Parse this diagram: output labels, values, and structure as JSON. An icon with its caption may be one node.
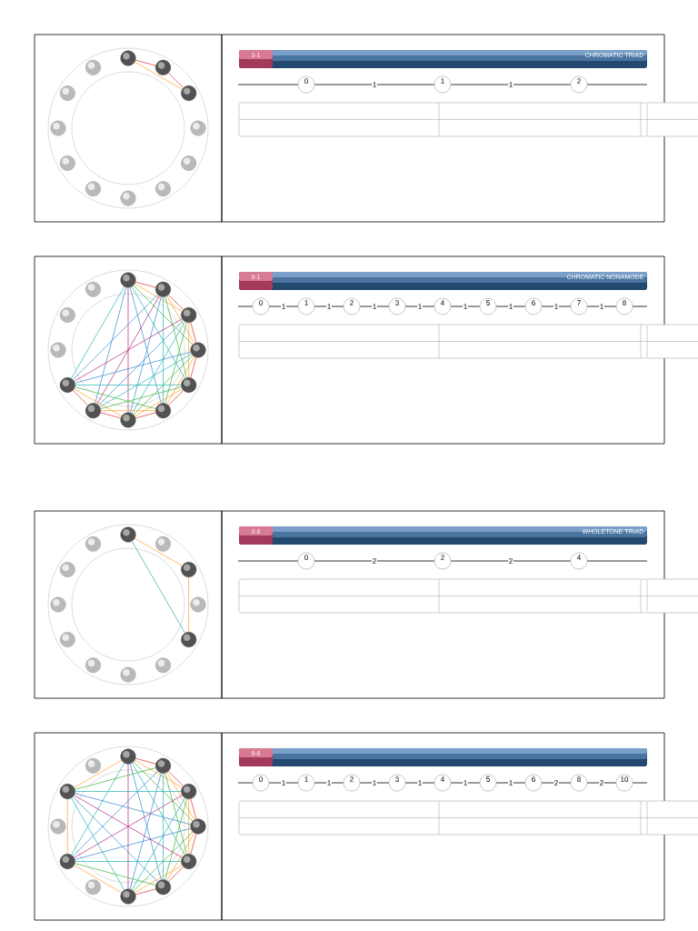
{
  "diagram": {
    "nodes": [
      {
        "text": [],
        "shape": "box"
      },
      {
        "text": [],
        "shape": "circle",
        "in": 0
      },
      {
        "text": [],
        "shape": "circle",
        "in": 0
      },
      {
        "text": [],
        "shape": "circle",
        "in": 0
      },
      {
        "text": [],
        "shape": "circle",
        "in": 0
      },
      {
        "text": [],
        "shape": "circle",
        "in": 0
      },
      {
        "text": [],
        "shape": "circle",
        "in": 0
      },
      {
        "text": [],
        "shape": "circle",
        "in": 0
      },
      {
        "text": [],
        "shape": "circle",
        "in": 0
      },
      {
        "text": [],
        "shape": "circle",
        "in": 0
      },
      {
        "text": [],
        "shape": "circle",
        "in": 0
      },
      {
        "text": [],
        "shape": "circle",
        "in": 0
      },
      {
        "text": [],
        "shape": "circle",
        "in": 0
      },
      {
        "text": [],
        "shape": "box"
      },
      {
        "text": [
          "3-1",
          "CHROMATIC TRIAD"
        ],
        "in": 13
      },
      {
        "text": [
          "0"
        ],
        "in": 13
      },
      {
        "text": [
          "1"
        ],
        "in": 13
      },
      {
        "text": [
          "2"
        ],
        "in": 13
      },
      {
        "text": [],
        "shape": "box"
      },
      {
        "text": [],
        "shape": "circle",
        "in": 18
      },
      {
        "text": [],
        "shape": "circle",
        "in": 18
      },
      {
        "text": [],
        "shape": "circle",
        "in": 18
      },
      {
        "text": [],
        "shape": "circle",
        "in": 18
      },
      {
        "text": [],
        "shape": "circle",
        "in": 18
      },
      {
        "text": [],
        "shape": "circle",
        "in": 18
      },
      {
        "text": [],
        "shape": "circle",
        "in": 18
      },
      {
        "text": [],
        "shape": "circle",
        "in": 18
      },
      {
        "text": [],
        "shape": "circle",
        "in": 18
      },
      {
        "text": [],
        "shape": "circle",
        "in": 18
      },
      {
        "text": [],
        "shape": "circle",
        "in": 18
      },
      {
        "text": [],
        "shape": "circle",
        "in": 18
      },
      {
        "text": [],
        "shape": "box"
      },
      {
        "text": [
          "9-1",
          "CHROMATIC NONAMODE"
        ],
        "in": 31
      },
      {
        "text": [
          "0"
        ],
        "in": 31
      },
      {
        "text": [
          "1"
        ],
        "in": 31
      },
      {
        "text": [
          "2"
        ],
        "in": 31
      },
      {
        "text": [
          "3"
        ],
        "in": 31
      },
      {
        "text": [
          "4"
        ],
        "in": 31
      },
      {
        "text": [
          "5"
        ],
        "in": 31
      },
      {
        "text": [
          "6"
        ],
        "in": 31
      },
      {
        "text": [
          "7"
        ],
        "in": 31
      },
      {
        "text": [
          "8"
        ],
        "in": 31
      },
      {
        "text": [],
        "shape": "box"
      },
      {
        "text": [],
        "shape": "circle",
        "in": 42
      },
      {
        "text": [],
        "shape": "circle",
        "in": 42
      },
      {
        "text": [],
        "shape": "circle",
        "in": 42
      },
      {
        "text": [],
        "shape": "circle",
        "in": 42
      },
      {
        "text": [],
        "shape": "circle",
        "in": 42
      },
      {
        "text": [],
        "shape": "circle",
        "in": 42
      },
      {
        "text": [],
        "shape": "circle",
        "in": 42
      },
      {
        "text": [],
        "shape": "circle",
        "in": 42
      },
      {
        "text": [],
        "shape": "circle",
        "in": 42
      },
      {
        "text": [],
        "shape": "circle",
        "in": 42
      },
      {
        "text": [],
        "shape": "circle",
        "in": 42
      },
      {
        "text": [],
        "shape": "circle",
        "in": 42
      },
      {
        "text": [],
        "shape": "box"
      },
      {
        "text": [
          "3-6",
          "WHOLETONE TRIAD"
        ],
        "in": 55
      },
      {
        "text": [
          "0"
        ],
        "in": 55
      },
      {
        "text": [
          "2"
        ],
        "in": 55
      },
      {
        "text": [
          "4"
        ],
        "in": 55
      },
      {
        "text": [],
        "shape": "box"
      },
      {
        "text": [],
        "shape": "circle",
        "in": 60
      },
      {
        "text": [],
        "shape": "circle",
        "in": 60
      },
      {
        "text": [],
        "shape": "circle",
        "in": 60
      },
      {
        "text": [],
        "shape": "circle",
        "in": 60
      },
      {
        "text": [],
        "shape": "circle",
        "in": 60
      },
      {
        "text": [],
        "shape": "circle",
        "in": 60
      },
      {
        "text": [],
        "shape": "circle",
        "in": 60
      },
      {
        "text": [],
        "shape": "circle",
        "in": 60
      },
      {
        "text": [],
        "shape": "circle",
        "in": 60
      },
      {
        "text": [],
        "shape": "circle",
        "in": 60
      },
      {
        "text": [],
        "shape": "circle",
        "in": 60
      },
      {
        "text": [],
        "shape": "circle",
        "in": 60
      },
      {
        "text": [],
        "shape": "box"
      },
      {
        "text": [
          "9-6"
        ],
        "in": 73
      },
      {
        "text": [
          "0"
        ],
        "in": 73
      },
      {
        "text": [
          "1"
        ],
        "in": 73
      },
      {
        "text": [
          "2"
        ],
        "in": 73
      },
      {
        "text": [
          "3"
        ],
        "in": 73
      },
      {
        "text": [
          "4"
        ],
        "in": 73
      },
      {
        "text": [
          "5"
        ],
        "in": 73
      },
      {
        "text": [
          "6"
        ],
        "in": 73
      },
      {
        "text": [
          "8"
        ],
        "in": 73
      },
      {
        "text": [
          "10"
        ],
        "in": 73
      }
    ],
    "edges": [
      {
        "from": 1,
        "to": 2,
        "arrow": "none",
        "color": "#e0302f"
      },
      {
        "from": 2,
        "to": 3,
        "arrow": "none",
        "color": "#e0302f"
      },
      {
        "from": 1,
        "to": 3,
        "arrow": "none",
        "color": "#ffa126"
      },
      {
        "from": null,
        "to": 15,
        "arrow": "none"
      },
      {
        "from": 15,
        "to": 16,
        "arrow": "none",
        "label": "1"
      },
      {
        "from": 16,
        "to": 17,
        "arrow": "none",
        "label": "1"
      },
      {
        "from": 17,
        "to": null,
        "arrow": "none"
      },
      {
        "from": 19,
        "to": 20,
        "arrow": "none",
        "color": "#e0302f"
      },
      {
        "from": 19,
        "to": 21,
        "arrow": "none",
        "color": "#ffa126"
      },
      {
        "from": 19,
        "to": 22,
        "arrow": "none",
        "color": "#3cb83c"
      },
      {
        "from": 19,
        "to": 23,
        "arrow": "none",
        "color": "#1fb5b5"
      },
      {
        "from": 19,
        "to": 24,
        "arrow": "none",
        "color": "#2f88d0"
      },
      {
        "from": 19,
        "to": 25,
        "arrow": "none",
        "color": "#b5267a"
      },
      {
        "from": 19,
        "to": 26,
        "arrow": "none",
        "color": "#2f88d0"
      },
      {
        "from": 19,
        "to": 27,
        "arrow": "none",
        "color": "#1fb5b5"
      },
      {
        "from": 20,
        "to": 21,
        "arrow": "none",
        "color": "#e0302f"
      },
      {
        "from": 20,
        "to": 22,
        "arrow": "none",
        "color": "#ffa126"
      },
      {
        "from": 20,
        "to": 23,
        "arrow": "none",
        "color": "#3cb83c"
      },
      {
        "from": 20,
        "to": 24,
        "arrow": "none",
        "color": "#1fb5b5"
      },
      {
        "from": 20,
        "to": 25,
        "arrow": "none",
        "color": "#2f88d0"
      },
      {
        "from": 20,
        "to": 26,
        "arrow": "none",
        "color": "#b5267a"
      },
      {
        "from": 20,
        "to": 27,
        "arrow": "none",
        "color": "#2f88d0"
      },
      {
        "from": 21,
        "to": 22,
        "arrow": "none",
        "color": "#e0302f"
      },
      {
        "from": 21,
        "to": 23,
        "arrow": "none",
        "color": "#ffa126"
      },
      {
        "from": 21,
        "to": 24,
        "arrow": "none",
        "color": "#3cb83c"
      },
      {
        "from": 21,
        "to": 25,
        "arrow": "none",
        "color": "#1fb5b5"
      },
      {
        "from": 21,
        "to": 26,
        "arrow": "none",
        "color": "#2f88d0"
      },
      {
        "from": 21,
        "to": 27,
        "arrow": "none",
        "color": "#b5267a"
      },
      {
        "from": 22,
        "to": 23,
        "arrow": "none",
        "color": "#e0302f"
      },
      {
        "from": 22,
        "to": 24,
        "arrow": "none",
        "color": "#ffa126"
      },
      {
        "from": 22,
        "to": 25,
        "arrow": "none",
        "color": "#3cb83c"
      },
      {
        "from": 22,
        "to": 26,
        "arrow": "none",
        "color": "#1fb5b5"
      },
      {
        "from": 22,
        "to": 27,
        "arrow": "none",
        "color": "#2f88d0"
      },
      {
        "from": 23,
        "to": 24,
        "arrow": "none",
        "color": "#e0302f"
      },
      {
        "from": 23,
        "to": 25,
        "arrow": "none",
        "color": "#ffa126"
      },
      {
        "from": 23,
        "to": 26,
        "arrow": "none",
        "color": "#3cb83c"
      },
      {
        "from": 23,
        "to": 27,
        "arrow": "none",
        "color": "#1fb5b5"
      },
      {
        "from": 24,
        "to": 25,
        "arrow": "none",
        "color": "#e0302f"
      },
      {
        "from": 24,
        "to": 26,
        "arrow": "none",
        "color": "#ffa126"
      },
      {
        "from": 24,
        "to": 27,
        "arrow": "none",
        "color": "#3cb83c"
      },
      {
        "from": 25,
        "to": 26,
        "arrow": "none",
        "color": "#e0302f"
      },
      {
        "from": 25,
        "to": 27,
        "arrow": "none",
        "color": "#ffa126"
      },
      {
        "from": 26,
        "to": 27,
        "arrow": "none",
        "color": "#e0302f"
      },
      {
        "from": null,
        "to": 33,
        "arrow": "none"
      },
      {
        "from": 33,
        "to": 34,
        "arrow": "none",
        "label": "1"
      },
      {
        "from": 34,
        "to": 35,
        "arrow": "none",
        "label": "1"
      },
      {
        "from": 35,
        "to": 36,
        "arrow": "none",
        "label": "1"
      },
      {
        "from": 36,
        "to": 37,
        "arrow": "none",
        "label": "1"
      },
      {
        "from": 37,
        "to": 38,
        "arrow": "none",
        "label": "1"
      },
      {
        "from": 38,
        "to": 39,
        "arrow": "none",
        "label": "1"
      },
      {
        "from": 39,
        "to": 40,
        "arrow": "none",
        "label": "1"
      },
      {
        "from": 40,
        "to": 41,
        "arrow": "none",
        "label": "1"
      },
      {
        "from": 41,
        "to": null,
        "arrow": "none"
      },
      {
        "from": 43,
        "to": 45,
        "arrow": "none",
        "color": "#ffa126"
      },
      {
        "from": 45,
        "to": 47,
        "arrow": "none",
        "color": "#ffa126"
      },
      {
        "from": 43,
        "to": 47,
        "arrow": "none",
        "color": "#1fb5b5"
      },
      {
        "from": null,
        "to": 57,
        "arrow": "none"
      },
      {
        "from": 57,
        "to": 58,
        "arrow": "none",
        "label": "2"
      },
      {
        "from": 58,
        "to": 59,
        "arrow": "none",
        "label": "2"
      },
      {
        "from": 59,
        "to": null,
        "arrow": "none"
      },
      {
        "from": 61,
        "to": 62,
        "arrow": "none",
        "color": "#e0302f"
      },
      {
        "from": 61,
        "to": 63,
        "arrow": "none",
        "color": "#ffa126"
      },
      {
        "from": 61,
        "to": 64,
        "arrow": "none",
        "color": "#3cb83c"
      },
      {
        "from": 61,
        "to": 65,
        "arrow": "none",
        "color": "#1fb5b5"
      },
      {
        "from": 61,
        "to": 66,
        "arrow": "none",
        "color": "#2f88d0"
      },
      {
        "from": 61,
        "to": 67,
        "arrow": "none",
        "color": "#b5267a"
      },
      {
        "from": 61,
        "to": 69,
        "arrow": "none",
        "color": "#1fb5b5"
      },
      {
        "from": 61,
        "to": 71,
        "arrow": "none",
        "color": "#ffa126"
      },
      {
        "from": 62,
        "to": 63,
        "arrow": "none",
        "color": "#e0302f"
      },
      {
        "from": 62,
        "to": 64,
        "arrow": "none",
        "color": "#ffa126"
      },
      {
        "from": 62,
        "to": 65,
        "arrow": "none",
        "color": "#3cb83c"
      },
      {
        "from": 62,
        "to": 66,
        "arrow": "none",
        "color": "#1fb5b5"
      },
      {
        "from": 62,
        "to": 67,
        "arrow": "none",
        "color": "#2f88d0"
      },
      {
        "from": 62,
        "to": 69,
        "arrow": "none",
        "color": "#2f88d0"
      },
      {
        "from": 62,
        "to": 71,
        "arrow": "none",
        "color": "#3cb83c"
      },
      {
        "from": 63,
        "to": 64,
        "arrow": "none",
        "color": "#e0302f"
      },
      {
        "from": 63,
        "to": 65,
        "arrow": "none",
        "color": "#ffa126"
      },
      {
        "from": 63,
        "to": 66,
        "arrow": "none",
        "color": "#3cb83c"
      },
      {
        "from": 63,
        "to": 67,
        "arrow": "none",
        "color": "#1fb5b5"
      },
      {
        "from": 63,
        "to": 69,
        "arrow": "none",
        "color": "#b5267a"
      },
      {
        "from": 63,
        "to": 71,
        "arrow": "none",
        "color": "#1fb5b5"
      },
      {
        "from": 64,
        "to": 65,
        "arrow": "none",
        "color": "#e0302f"
      },
      {
        "from": 64,
        "to": 66,
        "arrow": "none",
        "color": "#ffa126"
      },
      {
        "from": 64,
        "to": 67,
        "arrow": "none",
        "color": "#3cb83c"
      },
      {
        "from": 64,
        "to": 69,
        "arrow": "none",
        "color": "#2f88d0"
      },
      {
        "from": 64,
        "to": 71,
        "arrow": "none",
        "color": "#2f88d0"
      },
      {
        "from": 65,
        "to": 66,
        "arrow": "none",
        "color": "#e0302f"
      },
      {
        "from": 65,
        "to": 67,
        "arrow": "none",
        "color": "#ffa126"
      },
      {
        "from": 65,
        "to": 69,
        "arrow": "none",
        "color": "#1fb5b5"
      },
      {
        "from": 65,
        "to": 71,
        "arrow": "none",
        "color": "#b5267a"
      },
      {
        "from": 66,
        "to": 67,
        "arrow": "none",
        "color": "#e0302f"
      },
      {
        "from": 66,
        "to": 69,
        "arrow": "none",
        "color": "#3cb83c"
      },
      {
        "from": 66,
        "to": 71,
        "arrow": "none",
        "color": "#2f88d0"
      },
      {
        "from": 67,
        "to": 69,
        "arrow": "none",
        "color": "#ffa126"
      },
      {
        "from": 67,
        "to": 71,
        "arrow": "none",
        "color": "#1fb5b5"
      },
      {
        "from": 69,
        "to": 71,
        "arrow": "none",
        "color": "#ffa126"
      },
      {
        "from": null,
        "to": 75,
        "arrow": "none"
      },
      {
        "from": 75,
        "to": 76,
        "arrow": "none",
        "label": "1"
      },
      {
        "from": 76,
        "to": 77,
        "arrow": "none",
        "label": "1"
      },
      {
        "from": 77,
        "to": 78,
        "arrow": "none",
        "label": "1"
      },
      {
        "from": 78,
        "to": 79,
        "arrow": "none",
        "label": "1"
      },
      {
        "from": 79,
        "to": 80,
        "arrow": "none",
        "label": "1"
      },
      {
        "from": 80,
        "to": 81,
        "arrow": "none",
        "label": "1"
      },
      {
        "from": 81,
        "to": 82,
        "arrow": "none",
        "label": "2"
      },
      {
        "from": 82,
        "to": 83,
        "arrow": "none",
        "label": "2"
      },
      {
        "from": 83,
        "to": null,
        "arrow": "none"
      }
    ]
  }
}
